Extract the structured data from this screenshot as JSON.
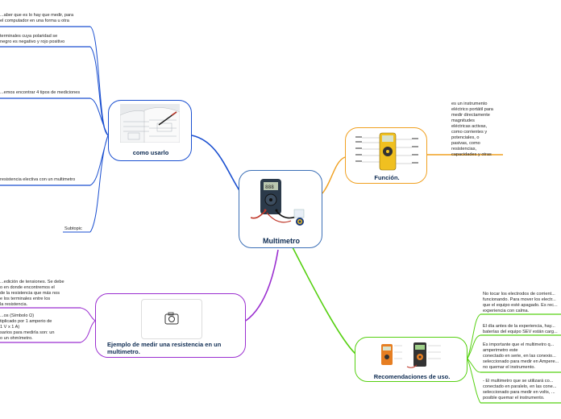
{
  "central": {
    "title": "Multimetro",
    "border_color": "#3b6fb6"
  },
  "branches": {
    "como_usarlo": {
      "title": "como usarlo",
      "color": "#1a4fd0",
      "notes": [
        "...aber que es lo hay que medir, para\nel computador en una forma u otra",
        "terminales cuya polaridad se\nnegro es negativo y rojo positivo",
        "...emos encontrar 4 tipos de mediciones",
        "resistencia electiva con un multimetro",
        "Subtopic"
      ]
    },
    "funcion": {
      "title": "Función.",
      "color": "#f0a020",
      "notes": [
        "es un instrumento\neléctrico portátil para\nmedir directamente\nmagnitudes\neléctricas activas,\ncomo corrientes y\npotenciales, o\npasivas, como\nresistencias,\ncapacidades y otras"
      ]
    },
    "ejemplo": {
      "title": "Ejemplo de medir una resistencia en un\nmultimetro.",
      "color": "#9b2fd0",
      "notes": [
        "...edición de tensiones. Se debe\no en donde encontremos el\nde la resistencia que más nos\ne los terminales entre los\nla resistencia.",
        "...os (Símbolo Ω)\ntiplicado por 1 amperio de\n1 V x 1 A)\nsarios para medirla son: un\no un ohmímetro."
      ]
    },
    "recomendaciones": {
      "title": "Recomendaciones de uso.",
      "color": "#55d010",
      "notes": [
        "No tocar los electrodos de corrient...\nfuncionando. Para mover los electr...\nque el equipo esté apagado. Es rec...\nexperiencia con calma.",
        "El día antes de la experiencia, hay...\nbaterías del equipo SEV están carg...",
        "Es importante que el multimetro q...\namperimetro este\n conectado en serie, en las conexio...\nseleccionado para medir en Ampere...\nno quemar el instrumento.",
        "- El multimetro que se utilizará co...\nconectado en paralelo, en las cone...\nseleccionado para medir en volts, ...\nposible quemar el instrumento."
      ]
    }
  }
}
